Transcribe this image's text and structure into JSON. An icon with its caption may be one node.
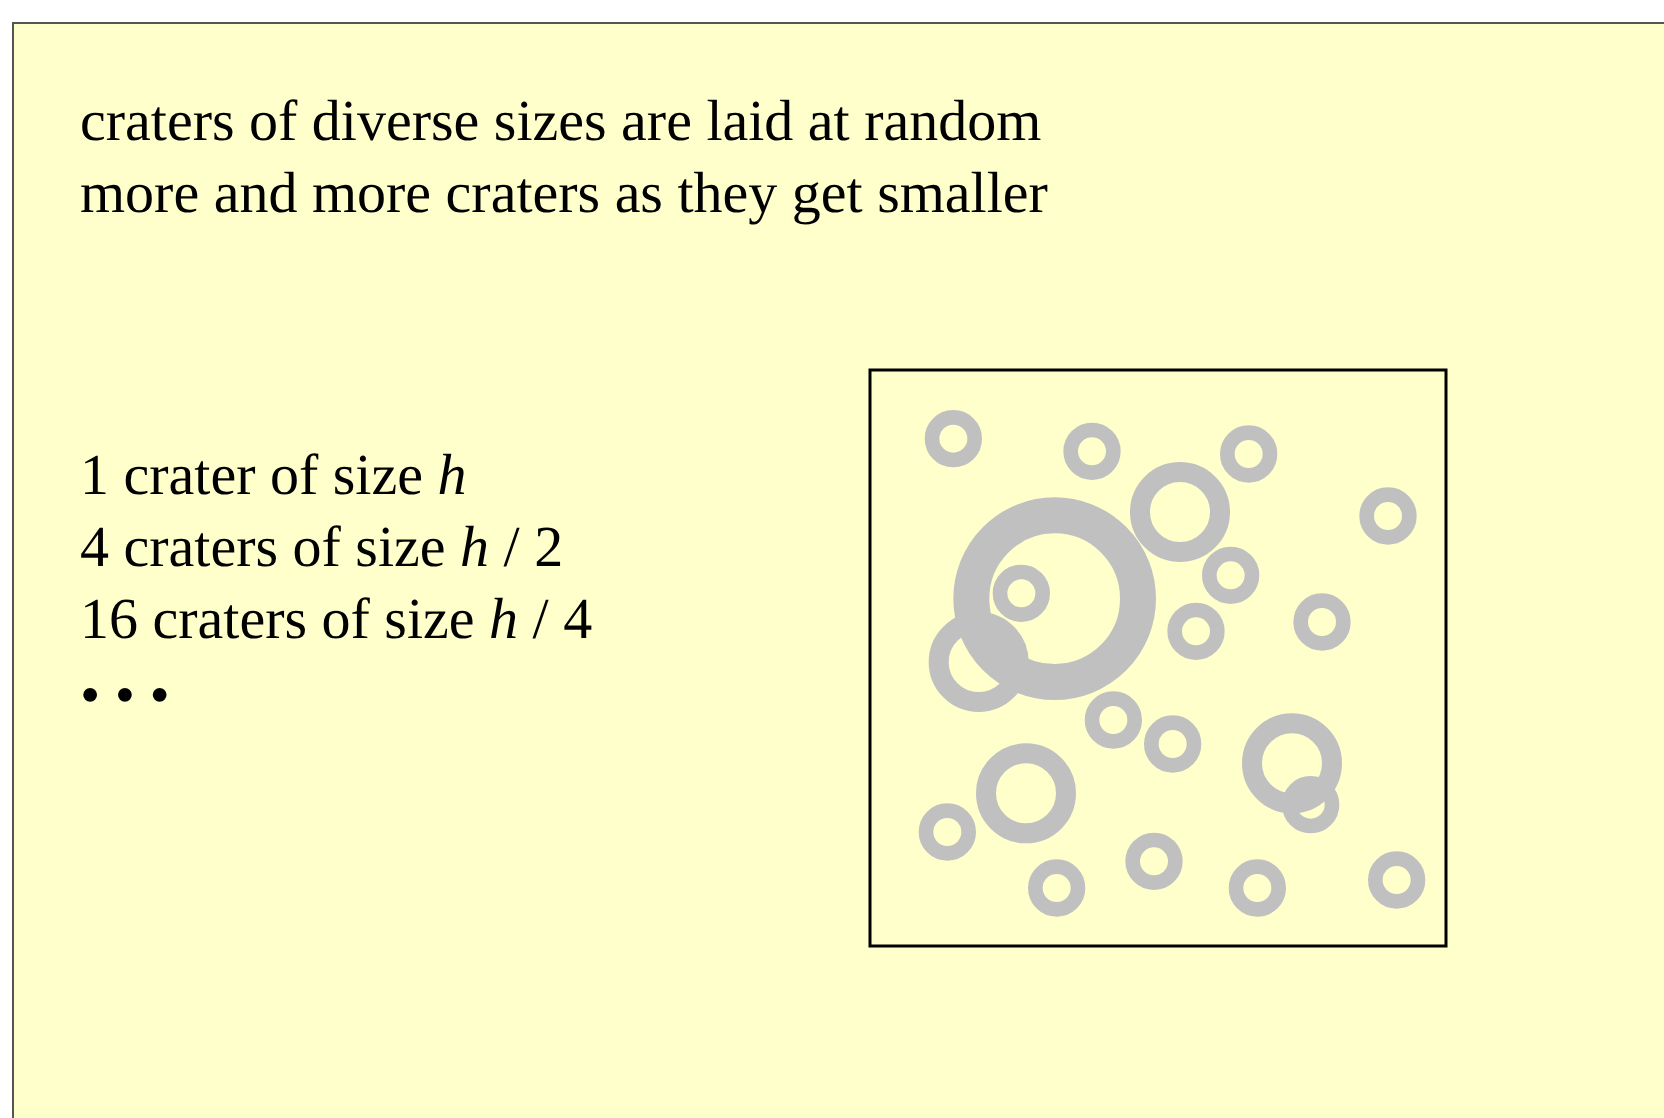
{
  "diagram": {
    "labels": [
      "craters of diverse sizes are laid at random",
      "more and more craters as they get smaller",
      "1  crater of size *h*",
      "4  craters of size *h* / 2",
      "16 craters of size *h* / 4",
      "• • •"
    ]
  }
}
